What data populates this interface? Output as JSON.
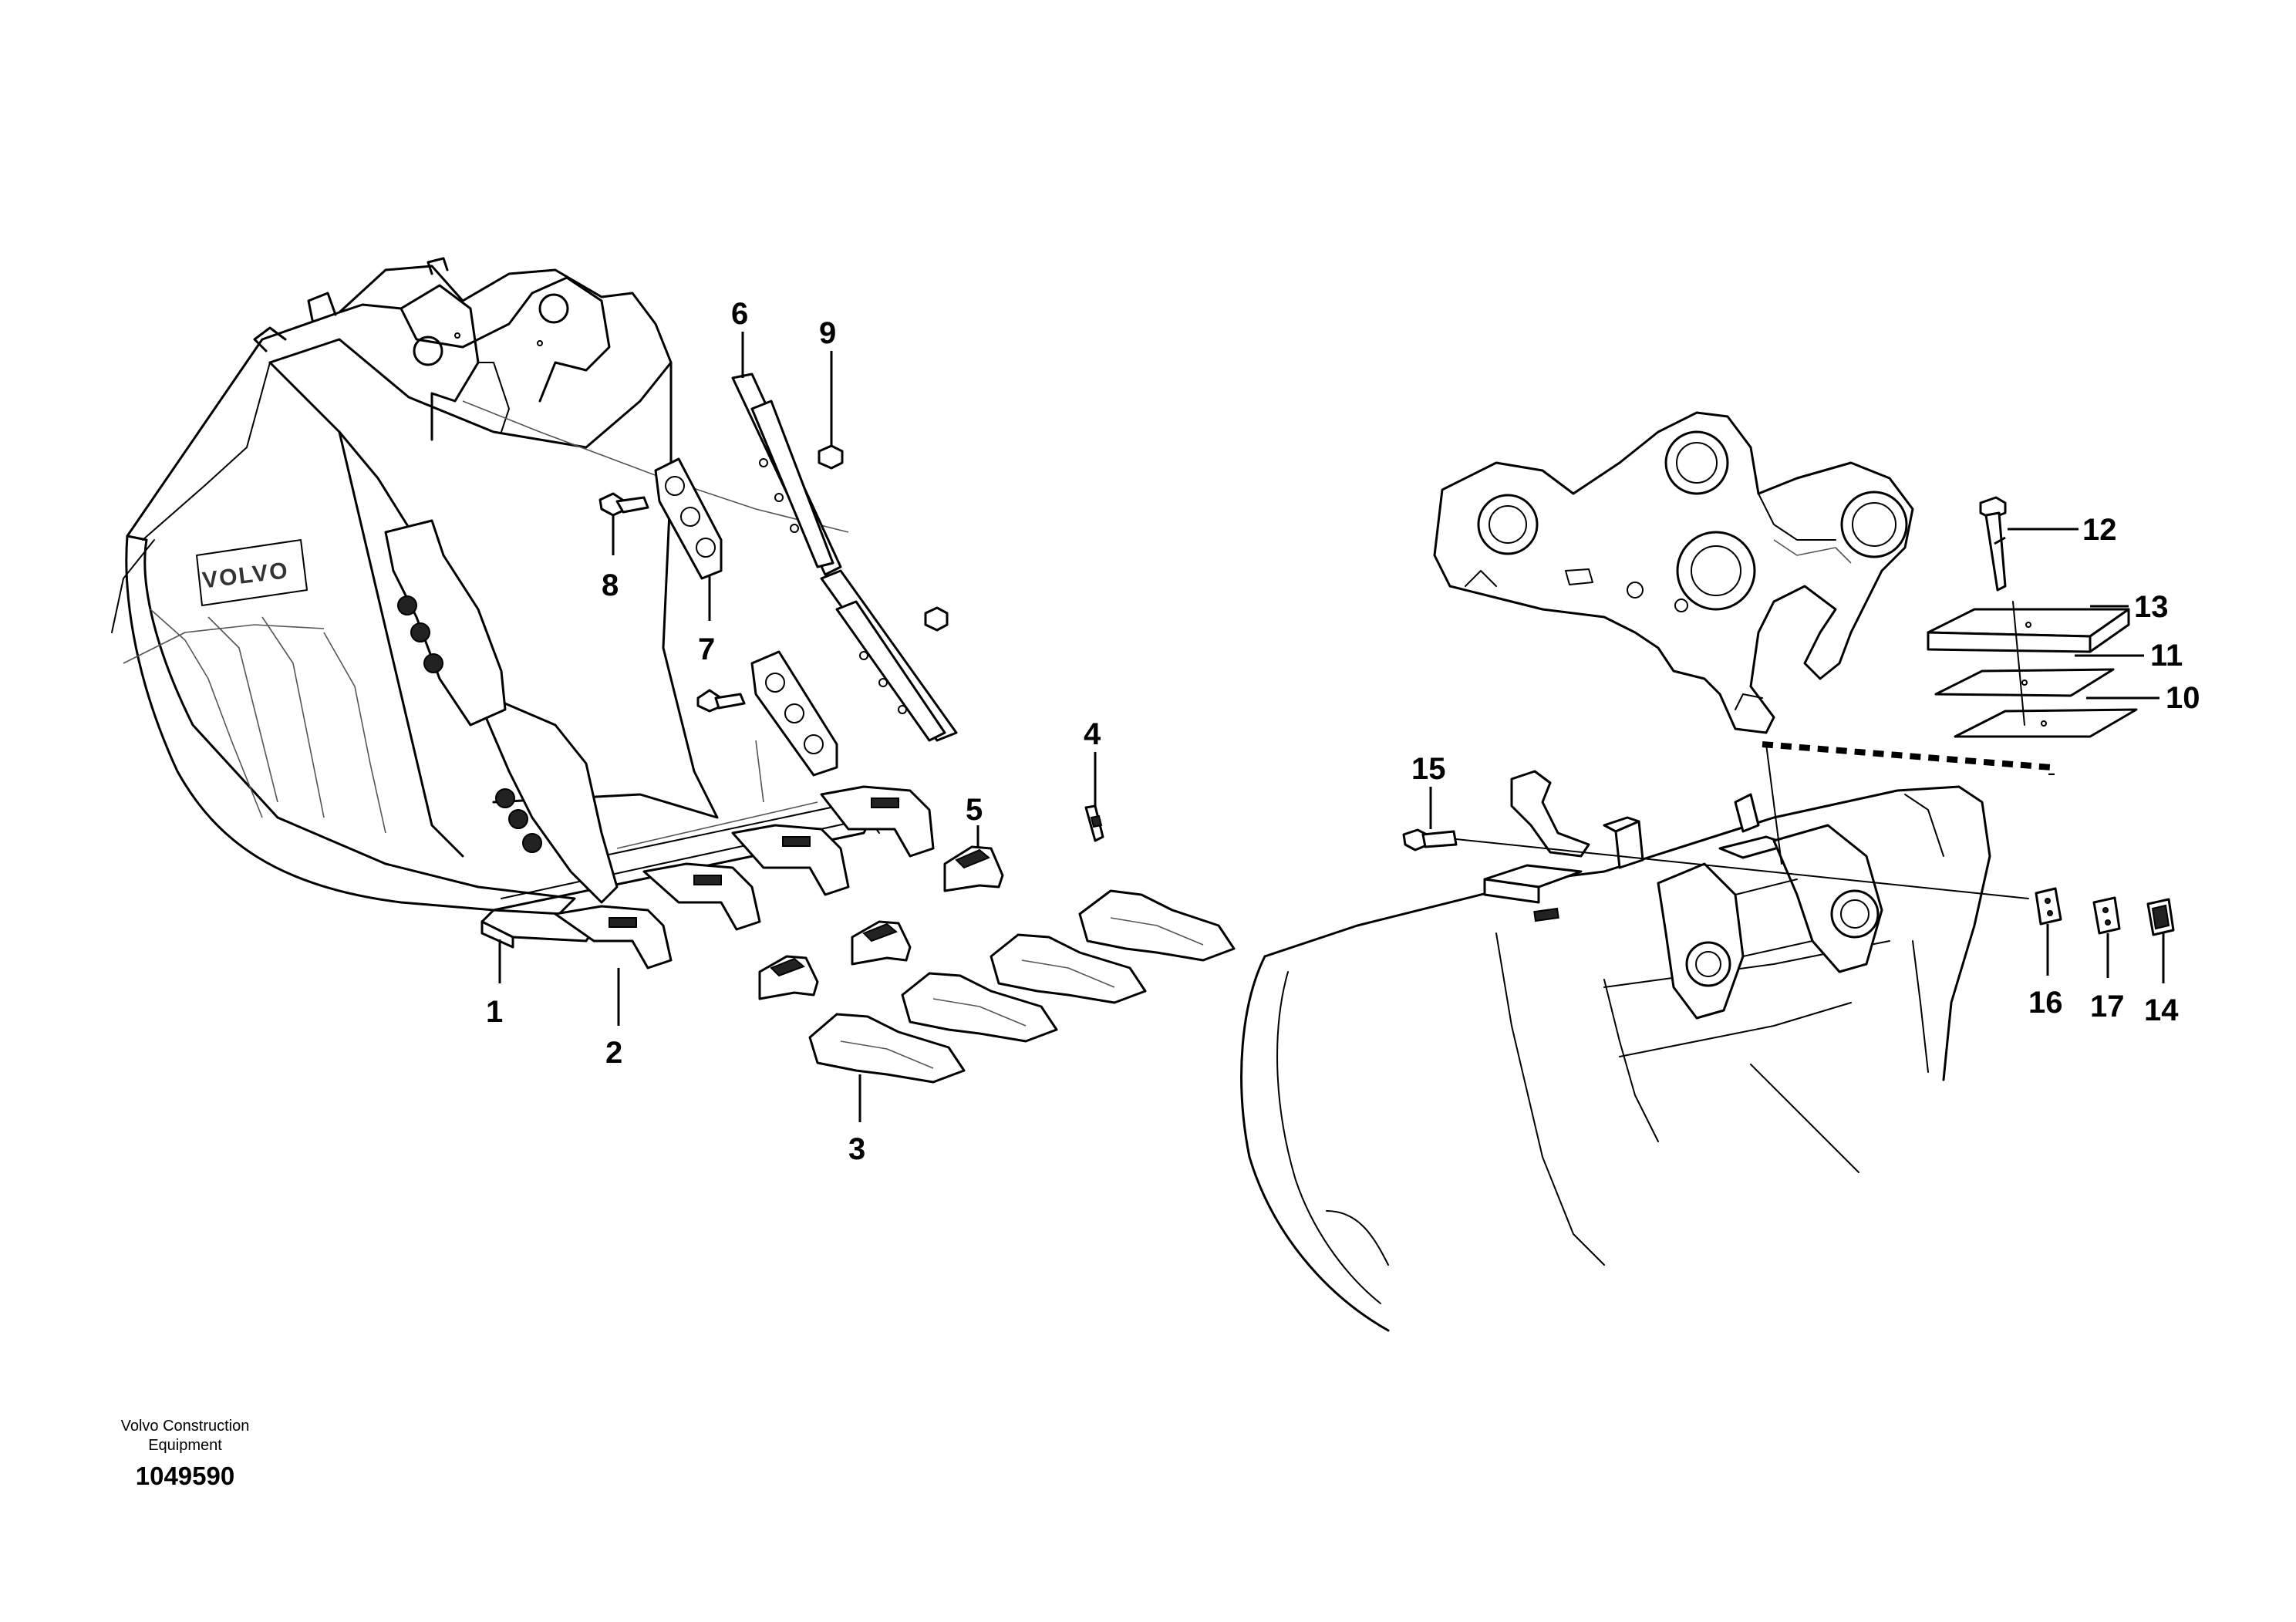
{
  "diagram": {
    "brand_logo_text": "VOLVO",
    "footer": {
      "company_line1": "Volvo Construction",
      "company_line2": "Equipment",
      "document_number": "1049590"
    },
    "callouts": [
      {
        "id": "1",
        "label": "1"
      },
      {
        "id": "2",
        "label": "2"
      },
      {
        "id": "3",
        "label": "3"
      },
      {
        "id": "4",
        "label": "4"
      },
      {
        "id": "5",
        "label": "5"
      },
      {
        "id": "6",
        "label": "6"
      },
      {
        "id": "7",
        "label": "7"
      },
      {
        "id": "8",
        "label": "8"
      },
      {
        "id": "9",
        "label": "9"
      },
      {
        "id": "10",
        "label": "10"
      },
      {
        "id": "11",
        "label": "11"
      },
      {
        "id": "12",
        "label": "12"
      },
      {
        "id": "13",
        "label": "13"
      },
      {
        "id": "14",
        "label": "14"
      },
      {
        "id": "15",
        "label": "15"
      },
      {
        "id": "16",
        "label": "16"
      },
      {
        "id": "17",
        "label": "17"
      }
    ]
  }
}
